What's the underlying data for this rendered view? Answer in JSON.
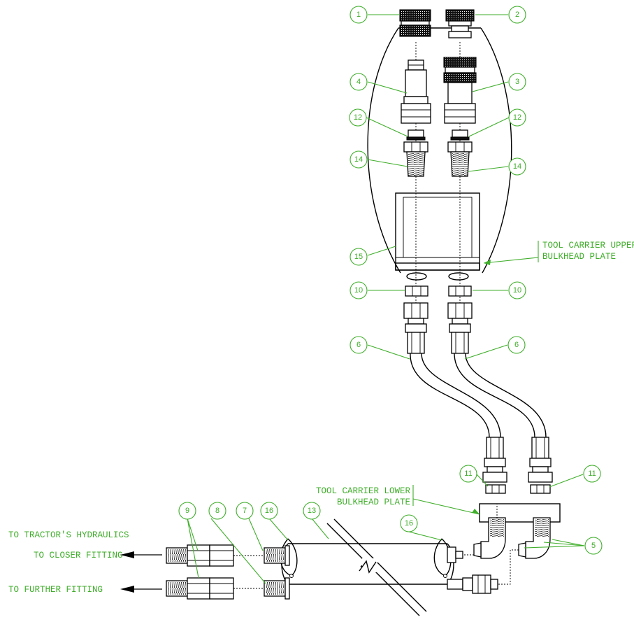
{
  "colors": {
    "ink": "#000000",
    "annotation": "#3fae2a",
    "background": "#ffffff"
  },
  "balloons": {
    "b1": "1",
    "b2": "2",
    "b3": "3",
    "b4": "4",
    "b5": "5",
    "b6a": "6",
    "b6b": "6",
    "b7": "7",
    "b8": "8",
    "b9": "9",
    "b10a": "10",
    "b10b": "10",
    "b11a": "11",
    "b11b": "11",
    "b12a": "12",
    "b12b": "12",
    "b13": "13",
    "b14a": "14",
    "b14b": "14",
    "b15": "15",
    "b16a": "16",
    "b16b": "16"
  },
  "notes": {
    "upper_plate_line1": "TOOL CARRIER UPPER",
    "upper_plate_line2": "BULKHEAD PLATE",
    "lower_plate_line1": "TOOL CARRIER LOWER",
    "lower_plate_line2": "BULKHEAD PLATE",
    "tractor": "TO TRACTOR'S HYDRAULICS",
    "closer": "TO CLOSER FITTING",
    "further": "TO FURTHER FITTING"
  }
}
